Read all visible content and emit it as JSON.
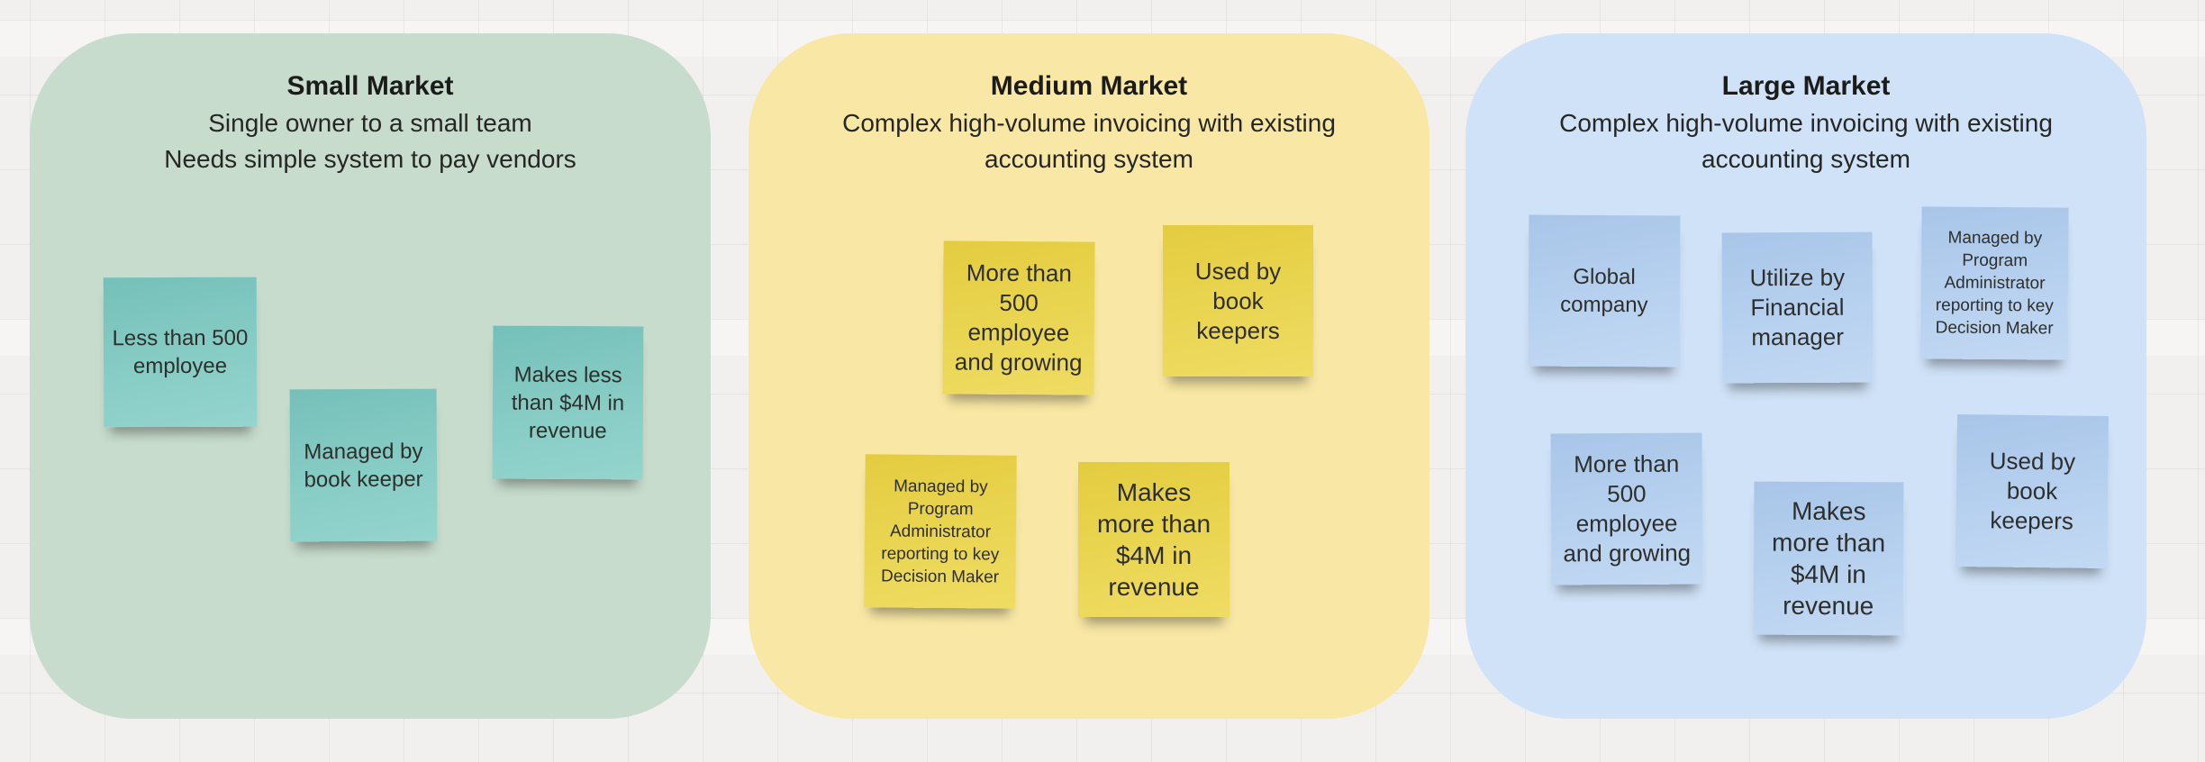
{
  "board": {
    "background_color": "#f1f0ee",
    "grid_line_color": "#e5e3e0"
  },
  "sections": [
    {
      "id": "small-market",
      "title": "Small Market",
      "subtitle_lines": [
        "Single owner to a small team",
        "Needs simple system to pay vendors"
      ],
      "panel_color": "#c7dccc",
      "sticky_color": "#85cbc4",
      "stickies": [
        {
          "text": "Less than 500\nemployee"
        },
        {
          "text": "Managed by\nbook keeper"
        },
        {
          "text": "Makes less\nthan $4M in\nrevenue"
        }
      ]
    },
    {
      "id": "medium-market",
      "title": "Medium Market",
      "subtitle_lines": [
        "Complex high-volume invoicing with existing",
        "accounting system"
      ],
      "panel_color": "#f9e8a5",
      "sticky_color": "#e9d44f",
      "stickies": [
        {
          "text": "More than\n500\nemployee\nand growing"
        },
        {
          "text": "Used by book\nkeepers"
        },
        {
          "text": "Managed by\nProgram\nAdministrator\nreporting to key\nDecision Maker"
        },
        {
          "text": "Makes\nmore than\n$4M in\nrevenue"
        }
      ]
    },
    {
      "id": "large-market",
      "title": "Large Market",
      "subtitle_lines": [
        "Complex high-volume invoicing with existing",
        "accounting system"
      ],
      "panel_color": "#cfe2f7",
      "sticky_color": "#b4cfee",
      "stickies": [
        {
          "text": "Global\ncompany"
        },
        {
          "text": "Utilize by\nFinancial\nmanager"
        },
        {
          "text": "Managed by\nProgram\nAdministrator\nreporting to key\nDecision Maker"
        },
        {
          "text": "More than\n500\nemployee\nand growing"
        },
        {
          "text": "Makes\nmore than\n$4M in\nrevenue"
        },
        {
          "text": "Used by book\nkeepers"
        }
      ]
    }
  ]
}
